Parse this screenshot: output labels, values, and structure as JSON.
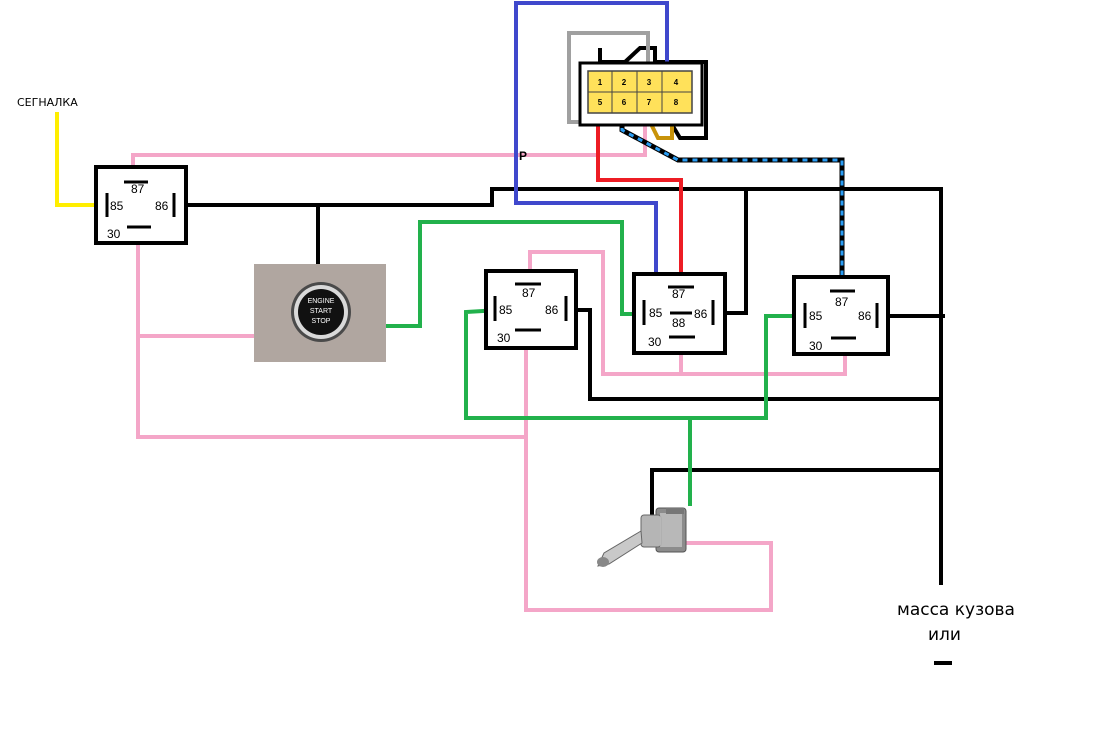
{
  "labels": {
    "signal": "СЕГНАЛКА",
    "p_mark": "P",
    "body_ground": "масса кузова",
    "or": "или",
    "minus": "-"
  },
  "colors": {
    "black": "#000000",
    "pink": "#f4a6c8",
    "green": "#22b14c",
    "yellow": "#ffee00",
    "blue": "#3f48cc",
    "red": "#ed1c24",
    "gray": "#a0a0a0",
    "cyan": "#2a9df4",
    "gold": "#c8930a",
    "connector_fill": "#ffe15a"
  },
  "relays": [
    {
      "id": "relay-1",
      "pins": {
        "p87": "87",
        "p85": "85",
        "p86": "86",
        "p30": "30"
      }
    },
    {
      "id": "relay-2",
      "pins": {
        "p87": "87",
        "p85": "85",
        "p86": "86",
        "p30": "30"
      }
    },
    {
      "id": "relay-3",
      "pins": {
        "p87": "87",
        "p85": "85",
        "p86": "86",
        "p30": "30",
        "p88": "88"
      }
    },
    {
      "id": "relay-4",
      "pins": {
        "p87": "87",
        "p85": "85",
        "p86": "86",
        "p30": "30"
      }
    }
  ],
  "connector": {
    "pins": [
      "1",
      "2",
      "3",
      "4",
      "5",
      "6",
      "7",
      "8"
    ]
  },
  "button": {
    "line1": "ENGINE",
    "line2": "START",
    "line3": "STOP"
  }
}
